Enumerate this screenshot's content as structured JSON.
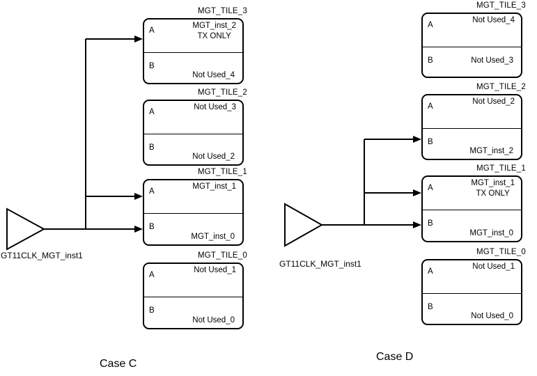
{
  "diagram": {
    "background_color": "#ffffff",
    "line_color": "#000000",
    "ports": {
      "a": "A",
      "b": "B"
    },
    "cases": [
      {
        "label": "Case C",
        "buffer_label": "GT11CLK_MGT_inst1",
        "tiles": [
          {
            "title": "MGT_TILE_3",
            "a_line1": "MGT_inst_2",
            "a_line2": "TX ONLY",
            "b_text": "Not Used_4"
          },
          {
            "title": "MGT_TILE_2",
            "a_line1": "Not Used_3",
            "a_line2": "",
            "b_text": "Not Used_2"
          },
          {
            "title": "MGT_TILE_1",
            "a_line1": "MGT_inst_1",
            "a_line2": "",
            "b_text": "MGT_inst_0"
          },
          {
            "title": "MGT_TILE_0",
            "a_line1": "Not Used_1",
            "a_line2": "",
            "b_text": "Not Used_0"
          }
        ]
      },
      {
        "label": "Case D",
        "buffer_label": "GT11CLK_MGT_inst1",
        "tiles": [
          {
            "title": "MGT_TILE_3",
            "a_line1": "Not Used_4",
            "a_line2": "",
            "b_text": "Not Used_3"
          },
          {
            "title": "MGT_TILE_2",
            "a_line1": "Not Used_2",
            "a_line2": "",
            "b_text": "MGT_inst_2"
          },
          {
            "title": "MGT_TILE_1",
            "a_line1": "MGT_inst_1",
            "a_line2": "TX ONLY",
            "b_text": "MGT_inst_0"
          },
          {
            "title": "MGT_TILE_0",
            "a_line1": "Not Used_1",
            "a_line2": "",
            "b_text": "Not Used_0"
          }
        ]
      }
    ]
  }
}
